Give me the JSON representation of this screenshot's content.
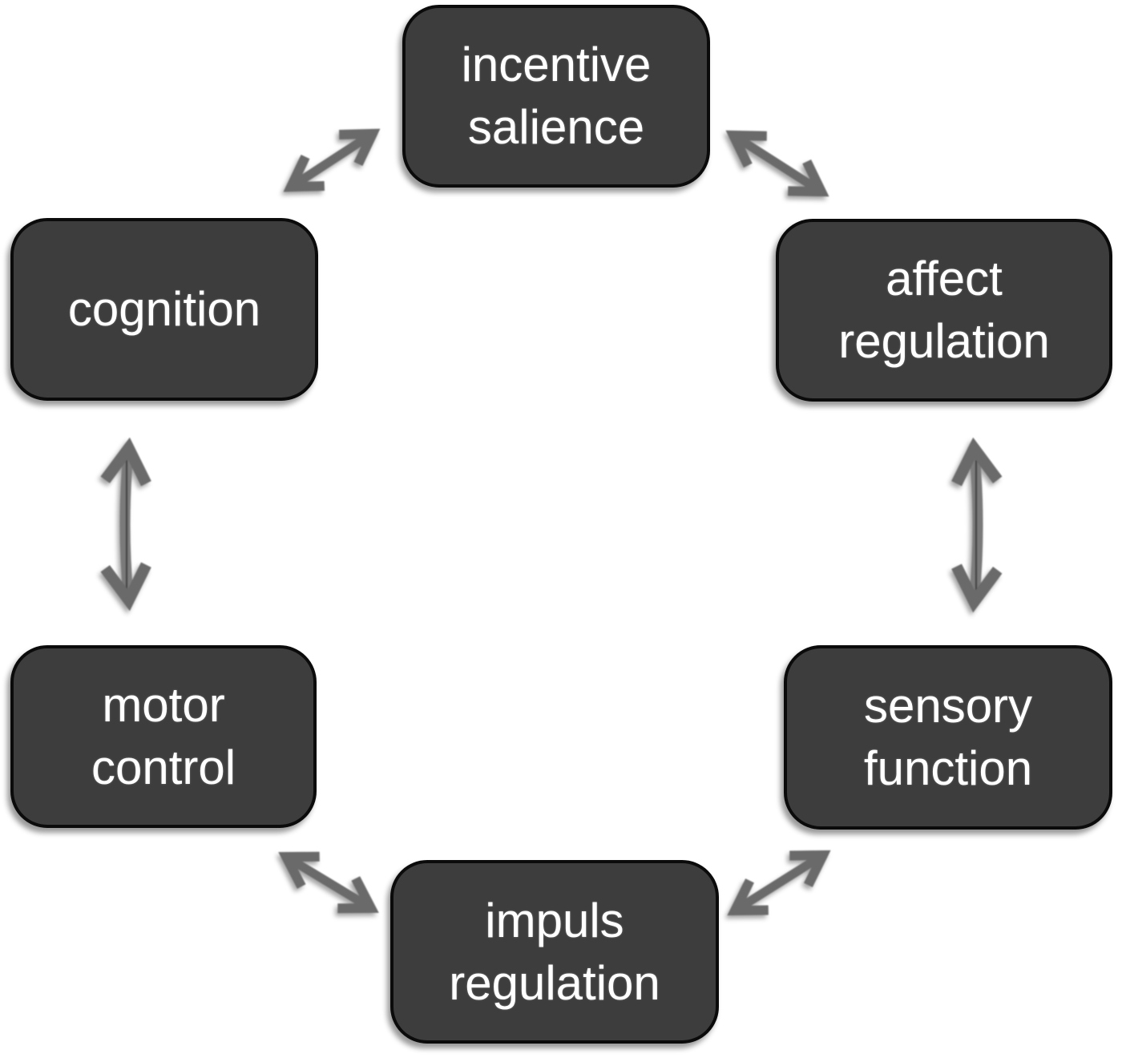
{
  "diagram": {
    "type": "cycle-diagram",
    "description": "Six functional domains arranged in a circle, each connected to its neighbors by bidirectional arrows",
    "nodes": [
      {
        "id": "incentive-salience",
        "label": "incentive\nsalience"
      },
      {
        "id": "affect-regulation",
        "label": "affect\nregulation"
      },
      {
        "id": "sensory-function",
        "label": "sensory\nfunction"
      },
      {
        "id": "impuls-regulation",
        "label": "impuls\nregulation"
      },
      {
        "id": "motor-control",
        "label": "motor\ncontrol"
      },
      {
        "id": "cognition",
        "label": "cognition"
      }
    ],
    "edges": [
      {
        "from": "cognition",
        "to": "incentive-salience",
        "bidirectional": true
      },
      {
        "from": "incentive-salience",
        "to": "affect-regulation",
        "bidirectional": true
      },
      {
        "from": "affect-regulation",
        "to": "sensory-function",
        "bidirectional": true
      },
      {
        "from": "sensory-function",
        "to": "impuls-regulation",
        "bidirectional": true
      },
      {
        "from": "impuls-regulation",
        "to": "motor-control",
        "bidirectional": true
      },
      {
        "from": "motor-control",
        "to": "cognition",
        "bidirectional": true
      }
    ],
    "colors": {
      "node_fill": "#3d3d3d",
      "node_border": "#0b0b0b",
      "node_text": "#ffffff",
      "arrow": "#6a6a6a",
      "background": "#ffffff"
    }
  }
}
